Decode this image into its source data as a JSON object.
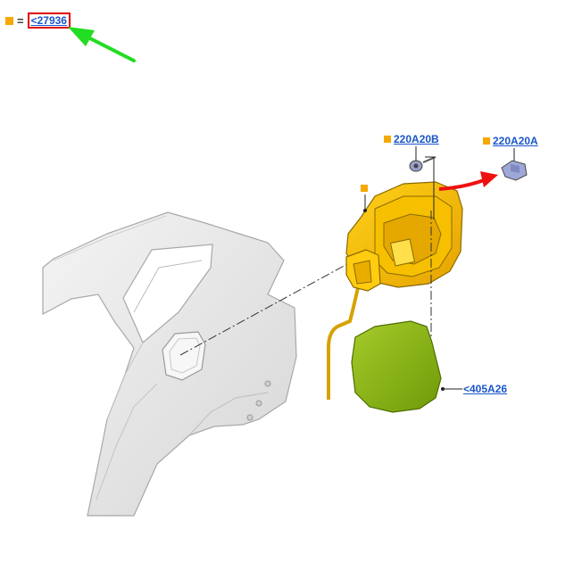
{
  "legend": {
    "marker_color": "#f5a800",
    "equals": "=",
    "reference": "<27936"
  },
  "callouts": {
    "part_220A20B": "220A20B",
    "part_220A20A": "220A20A",
    "part_405A26": "<405A26"
  },
  "colors": {
    "link": "#1a56c8",
    "highlight_box": "#e00000",
    "pointer_arrow": "#22dd22",
    "direction_arrow": "#ee1111",
    "housing": "#f2b800",
    "fuel_door": "#8cb80e",
    "body_panel": "#e8e8e8"
  }
}
